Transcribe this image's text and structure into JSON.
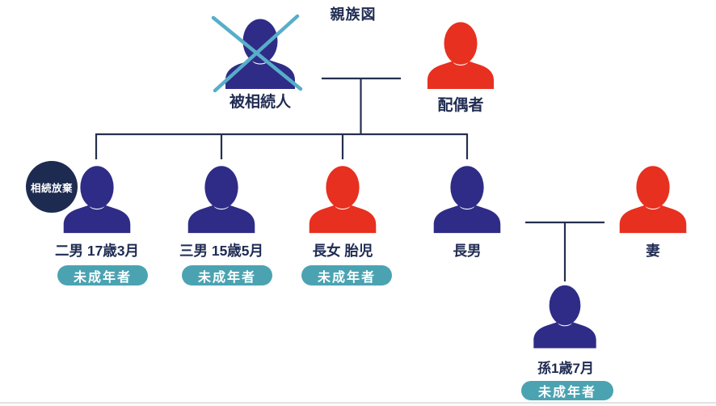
{
  "title": "親族図",
  "colors": {
    "navy_icon": "#2f2c87",
    "red_icon": "#e7301f",
    "teal_badge": "#4ba3b2",
    "cross": "#57aec9",
    "line": "#25304f",
    "text": "#1f2b52",
    "circle_badge": "#1d2b50"
  },
  "persons": [
    {
      "id": "deceased",
      "label": "被相続人",
      "icon_color": "navy",
      "crossed_out": true
    },
    {
      "id": "spouse",
      "label": "配偶者",
      "icon_color": "red"
    },
    {
      "id": "second-son",
      "label": "二男 17歳3月",
      "icon_color": "navy",
      "badge": "未成年者",
      "annotation": "相続放棄"
    },
    {
      "id": "third-son",
      "label": "三男 15歳5月",
      "icon_color": "navy",
      "badge": "未成年者"
    },
    {
      "id": "eldest-daughter",
      "label": "長女 胎児",
      "icon_color": "red",
      "badge": "未成年者"
    },
    {
      "id": "eldest-son",
      "label": "長男",
      "icon_color": "navy"
    },
    {
      "id": "wife",
      "label": "妻",
      "icon_color": "red"
    },
    {
      "id": "grandchild",
      "label": "孫1歳7月",
      "icon_color": "navy",
      "badge": "未成年者"
    }
  ]
}
